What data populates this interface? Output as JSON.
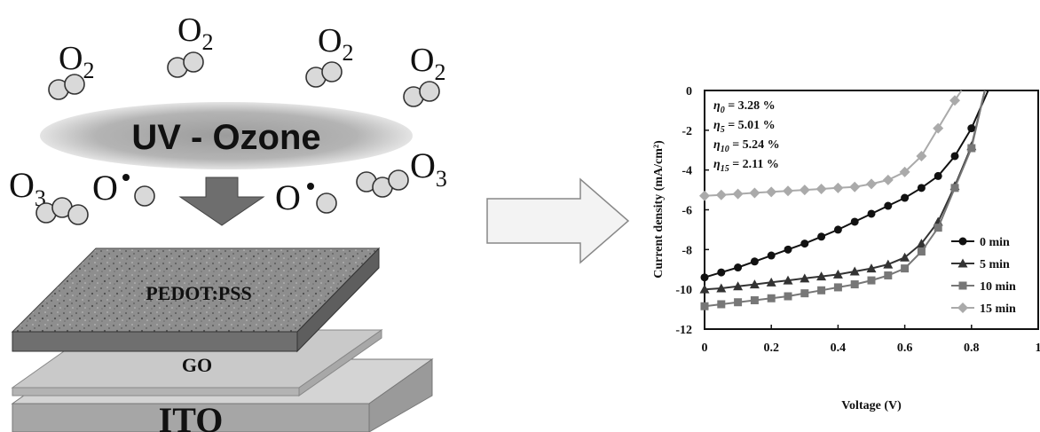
{
  "schematic": {
    "oxygen_label": "O",
    "oxygen_sub": "2",
    "ozone_label": "O",
    "ozone_sub": "3",
    "radical_label": "O",
    "process_label": "UV - Ozone",
    "layer_top": "PEDOT:PSS",
    "layer_middle": "GO",
    "layer_bottom": "ITO"
  },
  "colors": {
    "series_0": "#111111",
    "series_5": "#333333",
    "series_10": "#777777",
    "series_15": "#aaaaaa"
  },
  "chart_data": {
    "type": "line",
    "xlabel": "Voltage (V)",
    "ylabel": "Current density (mA/cm²)",
    "xlim": [
      0,
      1
    ],
    "ylim": [
      -12,
      0
    ],
    "xticks": [
      "0",
      "0.2",
      "0.4",
      "0.6",
      "0.8",
      "1"
    ],
    "yticks": [
      "0",
      "-2",
      "-4",
      "-6",
      "-8",
      "-10",
      "-12"
    ],
    "legend_position": "bottom-right",
    "annotations": [
      {
        "sym": "η",
        "sub": "0",
        "text": " = 3.28 %"
      },
      {
        "sym": "η",
        "sub": "5",
        "text": " = 5.01 %"
      },
      {
        "sym": "η",
        "sub": "10",
        "text": " = 5.24 %"
      },
      {
        "sym": "η",
        "sub": "15",
        "text": " = 2.11 %"
      }
    ],
    "series": [
      {
        "name": "0 min",
        "marker": "circle",
        "x": [
          0,
          0.05,
          0.1,
          0.15,
          0.2,
          0.25,
          0.3,
          0.35,
          0.4,
          0.45,
          0.5,
          0.55,
          0.6,
          0.65,
          0.7,
          0.75,
          0.8,
          0.85
        ],
        "y": [
          -9.4,
          -9.15,
          -8.9,
          -8.6,
          -8.3,
          -8.0,
          -7.7,
          -7.35,
          -7.0,
          -6.6,
          -6.2,
          -5.8,
          -5.4,
          -4.9,
          -4.3,
          -3.3,
          -1.9,
          0
        ]
      },
      {
        "name": "5 min",
        "marker": "triangle",
        "x": [
          0,
          0.05,
          0.1,
          0.15,
          0.2,
          0.25,
          0.3,
          0.35,
          0.4,
          0.45,
          0.5,
          0.55,
          0.6,
          0.65,
          0.7,
          0.75,
          0.8,
          0.84
        ],
        "y": [
          -10.0,
          -9.95,
          -9.85,
          -9.75,
          -9.65,
          -9.55,
          -9.45,
          -9.35,
          -9.25,
          -9.1,
          -8.95,
          -8.75,
          -8.4,
          -7.7,
          -6.6,
          -4.8,
          -2.8,
          0
        ]
      },
      {
        "name": "10 min",
        "marker": "square",
        "x": [
          0,
          0.05,
          0.1,
          0.15,
          0.2,
          0.25,
          0.3,
          0.35,
          0.4,
          0.45,
          0.5,
          0.55,
          0.6,
          0.65,
          0.7,
          0.75,
          0.8,
          0.84
        ],
        "y": [
          -10.85,
          -10.75,
          -10.65,
          -10.55,
          -10.45,
          -10.35,
          -10.2,
          -10.05,
          -9.9,
          -9.75,
          -9.55,
          -9.3,
          -8.95,
          -8.1,
          -6.9,
          -4.9,
          -2.9,
          0
        ]
      },
      {
        "name": "15 min",
        "marker": "diamond",
        "x": [
          0,
          0.05,
          0.1,
          0.15,
          0.2,
          0.25,
          0.3,
          0.35,
          0.4,
          0.45,
          0.5,
          0.55,
          0.6,
          0.65,
          0.7,
          0.75,
          0.77
        ],
        "y": [
          -5.3,
          -5.25,
          -5.2,
          -5.15,
          -5.1,
          -5.05,
          -5.0,
          -4.95,
          -4.9,
          -4.85,
          -4.7,
          -4.5,
          -4.1,
          -3.3,
          -1.9,
          -0.5,
          0
        ]
      }
    ]
  }
}
